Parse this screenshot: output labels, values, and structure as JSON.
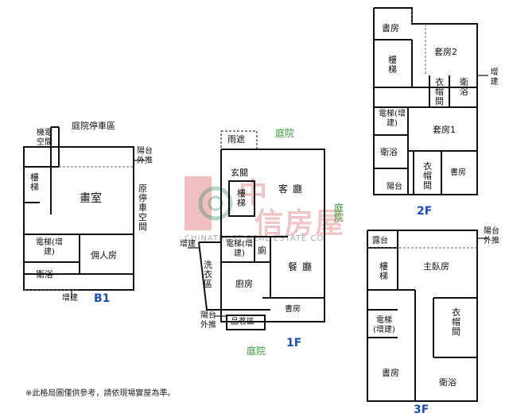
{
  "b1": {
    "top": "庭院停車區",
    "machine": "機電空間",
    "balcony": "陽台外推",
    "stairs": "樓梯",
    "studio": "畫室",
    "parking": "原停車空間",
    "elevator": "電梯(增建)",
    "servant": "佣人房",
    "bath": "衛浴",
    "extension": "增建",
    "floor": "B1"
  },
  "f1": {
    "shed": "雨遮",
    "garden_top": "庭院",
    "entrance": "玄關",
    "living": "客廳",
    "garden_right": "庭院",
    "stairs": "樓梯",
    "ext": "增建",
    "laundry": "洗衣區",
    "elevator": "電梯(增建)",
    "wc": "廁",
    "dining": "餐廳",
    "kitchen": "廚房",
    "study": "書房",
    "balcony": "陽台外推",
    "tea": "品茗區",
    "garden_bottom": "庭院",
    "floor": "1F"
  },
  "f2": {
    "study_top": "書房",
    "suite2": "套房2",
    "stairs": "樓梯",
    "closet_small": "衣帽間",
    "bath_small": "衛浴",
    "ext": "增建",
    "elevator": "電梯(增建)",
    "suite1": "套房1",
    "bath": "衛浴",
    "closet": "衣帽間",
    "study": "書房",
    "balcony": "陽台",
    "floor": "2F"
  },
  "f3": {
    "terrace": "露台",
    "balcony": "陽台外推",
    "stairs": "樓梯",
    "master": "主臥房",
    "elevator": "電梯(增建)",
    "closet": "衣帽間",
    "study": "書房",
    "bath": "衛浴",
    "floor": "3F"
  },
  "watermark": {
    "cn1": "中",
    "cn2": "信房屋",
    "en": "CHINATRUST REAL ESTATE CO."
  },
  "note": "※此格局圖僅供參考，請依現場實屋為準。"
}
